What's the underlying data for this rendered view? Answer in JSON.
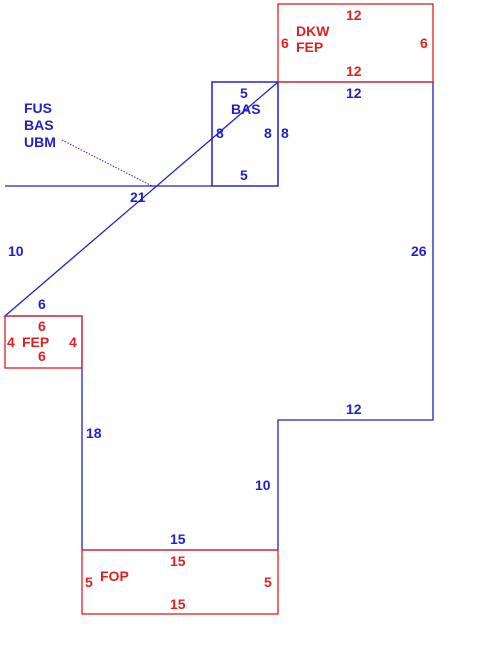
{
  "colors": {
    "main": "#1f1fcf",
    "addon": "#e02020"
  },
  "main_area": {
    "codes": [
      "FUS",
      "BAS",
      "UBM"
    ],
    "dims": {
      "top_left": "21",
      "left_upper": "10",
      "step_top": "6",
      "left_lower": "18",
      "bottom": "15",
      "inner_vertical": "10",
      "inner_horizontal": "12",
      "right": "26",
      "top_right": "12"
    }
  },
  "bas_box": {
    "code": "BAS",
    "top": "5",
    "bottom": "5",
    "left": "8",
    "right_inner": "8",
    "right_outer": "8"
  },
  "dkw_box": {
    "codes": [
      "DKW",
      "FEP"
    ],
    "top": "12",
    "bottom": "12",
    "left": "6",
    "right": "6"
  },
  "fep_box": {
    "code": "FEP",
    "top": "6",
    "bottom": "6",
    "left": "4",
    "right": "4"
  },
  "fop_box": {
    "code": "FOP",
    "top": "15",
    "bottom": "15",
    "left": "5",
    "right": "5"
  }
}
